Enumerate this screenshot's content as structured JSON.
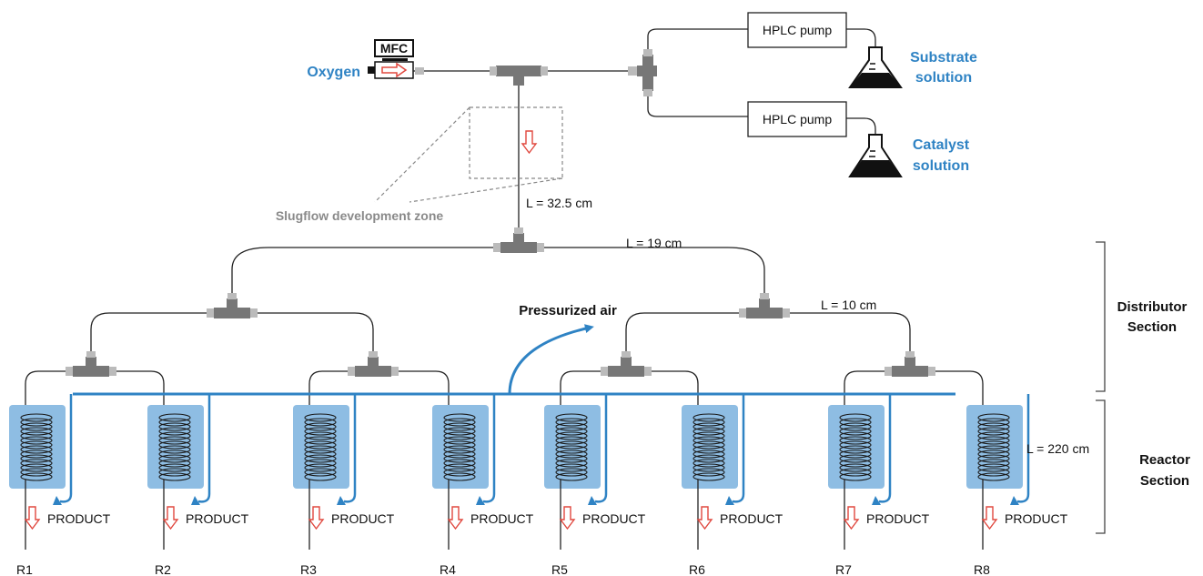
{
  "labels": {
    "mfc": "MFC",
    "oxygen": "Oxygen",
    "hplc_pump_1": "HPLC pump",
    "hplc_pump_2": "HPLC pump",
    "substrate_line1": "Substrate",
    "substrate_line2": "solution",
    "catalyst_line1": "Catalyst",
    "catalyst_line2": "solution",
    "slugflow_zone": "Slugflow development zone",
    "length_main": "L = 32.5 cm",
    "length_level1": "L = 19 cm",
    "length_level2": "L = 10 cm",
    "length_reactor": "L = 220 cm",
    "pressurized_air": "Pressurized air",
    "distributor_line1": "Distributor",
    "distributor_line2": "Section",
    "reactor_line1": "Reactor",
    "reactor_line2": "Section"
  },
  "reactors": [
    {
      "id": "R1",
      "product": "PRODUCT"
    },
    {
      "id": "R2",
      "product": "PRODUCT"
    },
    {
      "id": "R3",
      "product": "PRODUCT"
    },
    {
      "id": "R4",
      "product": "PRODUCT"
    },
    {
      "id": "R5",
      "product": "PRODUCT"
    },
    {
      "id": "R6",
      "product": "PRODUCT"
    },
    {
      "id": "R7",
      "product": "PRODUCT"
    },
    {
      "id": "R8",
      "product": "PRODUCT"
    }
  ],
  "colors": {
    "accent_blue": "#2f83c4",
    "reactor_fill": "#8ebde3",
    "arrow_red": "#e0483f",
    "tubing": "#222222",
    "tee_grey": "#777777"
  },
  "icons": [
    "mass-flow-controller-icon",
    "flask-icon",
    "arrow-down-icon",
    "tee-connector-icon",
    "coil-icon"
  ]
}
